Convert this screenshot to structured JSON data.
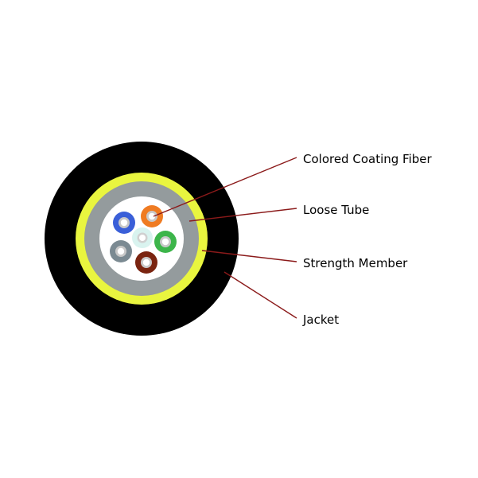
{
  "labels": {
    "colored_coating_fiber": "Colored Coating Fiber",
    "loose_tube": "Loose Tube",
    "strength_member": "Strength Member",
    "jacket": "Jacket"
  },
  "colors": {
    "jacket": "#000000",
    "strength_member": "#e9f53f",
    "loose_tube": "#949b9d",
    "gel": "#ffffff",
    "leader_line": "#8b1a1a",
    "center_member": "#d9f3ef",
    "fiber_core": "#ffffff",
    "fiber_ring": "#bfbfbf"
  },
  "fibers": [
    {
      "name": "blue-fiber",
      "color": "#3a5fd8"
    },
    {
      "name": "orange-fiber",
      "color": "#ef7b22"
    },
    {
      "name": "green-fiber",
      "color": "#3cb54a"
    },
    {
      "name": "brown-fiber",
      "color": "#7a2410"
    },
    {
      "name": "gray-fiber",
      "color": "#7b8a92"
    }
  ]
}
